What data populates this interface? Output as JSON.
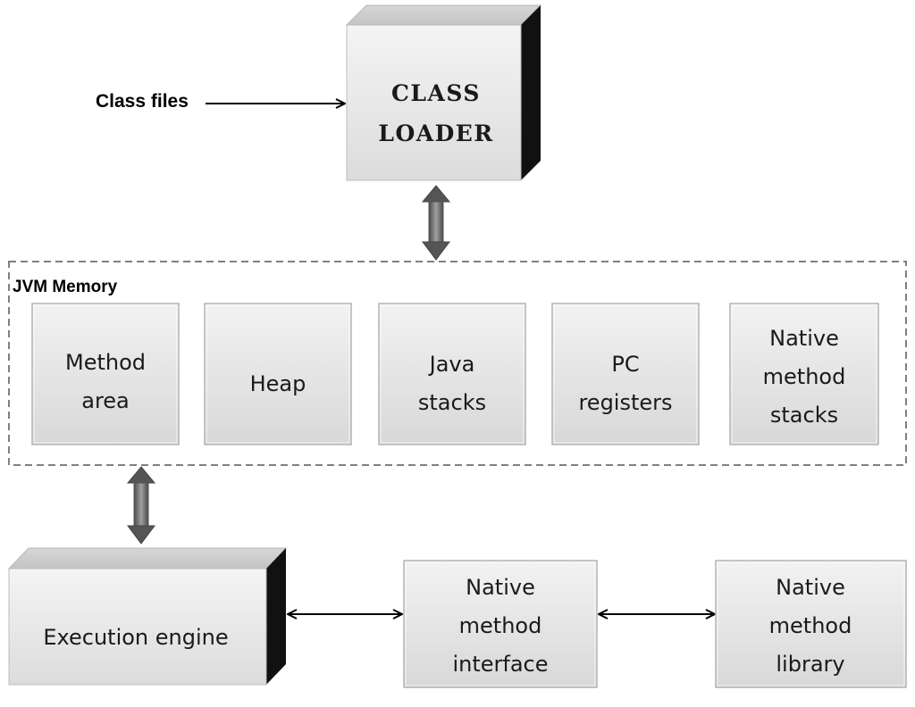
{
  "input_label": "Class files",
  "class_loader": {
    "line1": "CLASS",
    "line2": "LOADER"
  },
  "memory": {
    "title": "JVM Memory",
    "boxes": [
      {
        "lines": [
          "Method",
          "area"
        ]
      },
      {
        "lines": [
          "Heap"
        ]
      },
      {
        "lines": [
          "Java",
          "stacks"
        ]
      },
      {
        "lines": [
          "PC",
          "registers"
        ]
      },
      {
        "lines": [
          "Native",
          "method",
          "stacks"
        ]
      }
    ]
  },
  "execution_engine": "Execution engine",
  "native_interface": {
    "lines": [
      "Native",
      "method",
      "interface"
    ]
  },
  "native_library": {
    "lines": [
      "Native",
      "method",
      "library"
    ]
  }
}
